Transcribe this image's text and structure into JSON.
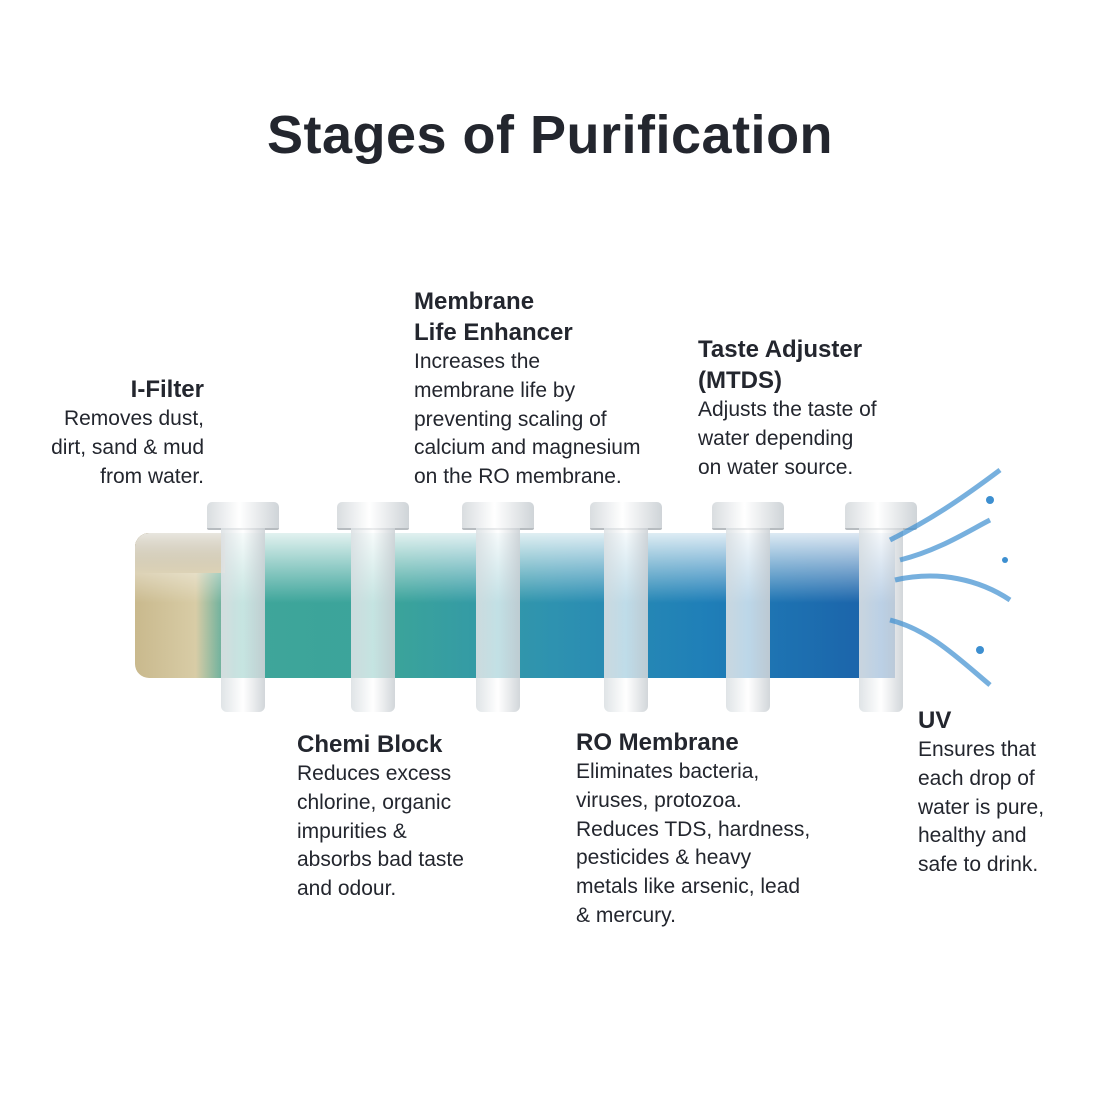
{
  "title": "Stages of Purification",
  "stages": [
    {
      "name": "I-Filter",
      "desc": "Removes dust,\ndirt, sand & mud\nfrom water."
    },
    {
      "name": "Membrane\nLife Enhancer",
      "desc": "Increases the\nmembrane life by\npreventing scaling of\ncalcium and magnesium\non the RO membrane."
    },
    {
      "name": "Taste Adjuster\n(MTDS)",
      "desc": "Adjusts the taste of\nwater depending\non water source."
    },
    {
      "name": "Chemi Block",
      "desc": "Reduces excess\nchlorine, organic\nimpurities &\nabsorbs bad taste\nand odour."
    },
    {
      "name": "RO Membrane",
      "desc": "Eliminates bacteria,\nviruses, protozoa.\nReduces TDS, hardness,\npesticides & heavy\nmetals like arsenic, lead\n& mercury."
    },
    {
      "name": "UV",
      "desc": "Ensures that\neach drop of\nwater is pure,\nhealthy and\nsafe to drink."
    }
  ]
}
